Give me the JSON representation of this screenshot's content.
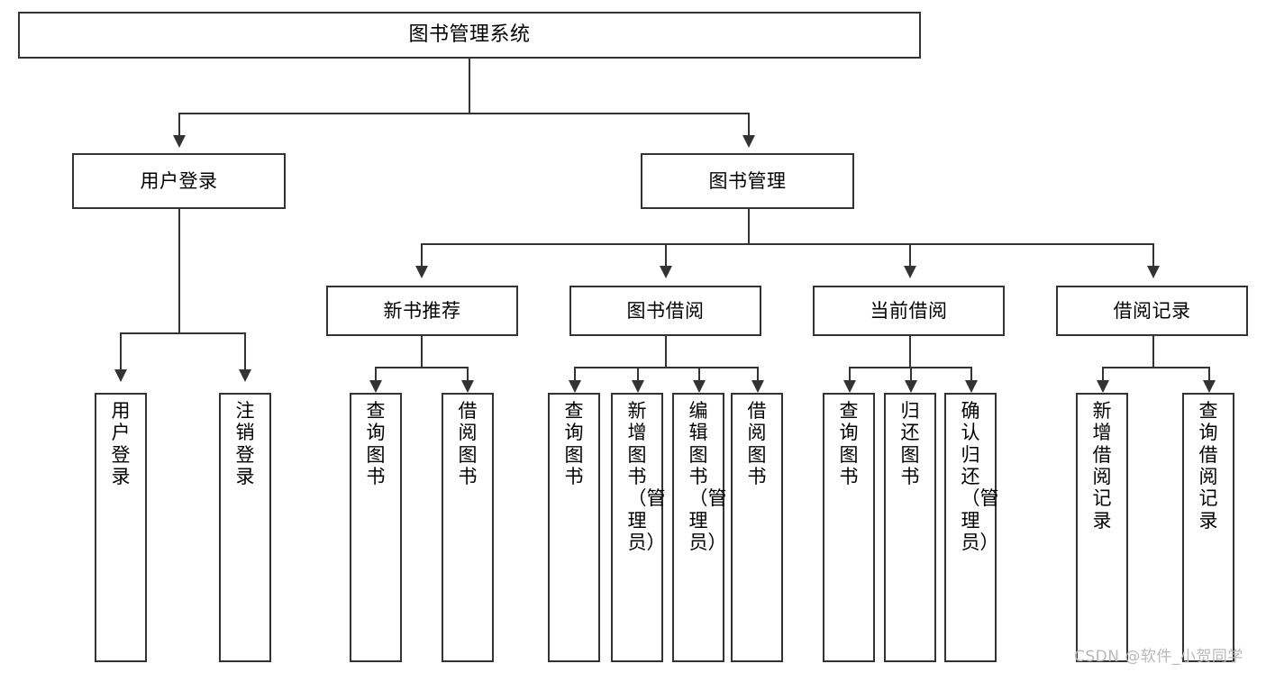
{
  "diagram": {
    "title": "图书管理系统",
    "root": {
      "label": "图书管理系统"
    },
    "level2": [
      {
        "label": "用户登录"
      },
      {
        "label": "图书管理"
      }
    ],
    "level3": [
      {
        "label": "新书推荐"
      },
      {
        "label": "图书借阅"
      },
      {
        "label": "当前借阅"
      },
      {
        "label": "借阅记录"
      }
    ],
    "leaves": {
      "user_login": [
        {
          "label": "用户登录"
        },
        {
          "label": "注销登录"
        }
      ],
      "new_book": [
        {
          "label": "查询图书"
        },
        {
          "label": "借阅图书"
        }
      ],
      "book_borrow": [
        {
          "label": "查询图书"
        },
        {
          "label": "新增图书（管理员）"
        },
        {
          "label": "编辑图书（管理员）"
        },
        {
          "label": "借阅图书"
        }
      ],
      "current_borrow": [
        {
          "label": "查询图书"
        },
        {
          "label": "归还图书"
        },
        {
          "label": "确认归还（管理员）"
        }
      ],
      "borrow_record": [
        {
          "label": "新增借阅记录"
        },
        {
          "label": "查询借阅记录"
        }
      ]
    }
  },
  "watermark": {
    "text": "CSDN @软件_小贺同学"
  },
  "colors": {
    "stroke": "#333333",
    "fill": "#ffffff",
    "watermark": "#b9b9b9"
  }
}
